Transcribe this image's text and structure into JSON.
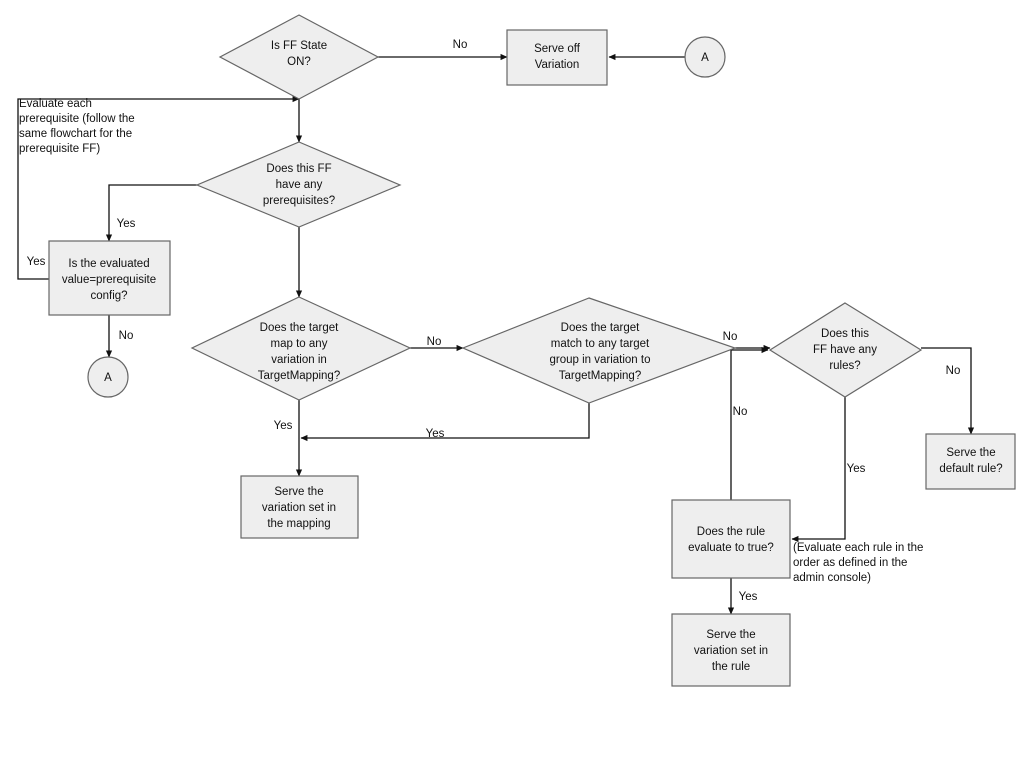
{
  "diagram": {
    "title": "Feature Flag Evaluation Flowchart",
    "background_color": "#ffffff",
    "node_fill": "#eeeeee",
    "node_stroke": "#666666",
    "line_color": "#111111"
  },
  "nodes": {
    "is_ff_state_on": {
      "type": "decision",
      "lines": [
        "Is FF State",
        "ON?"
      ]
    },
    "serve_off_variation": {
      "type": "process",
      "lines": [
        "Serve off",
        "Variation"
      ]
    },
    "connector_a_top": {
      "type": "connector",
      "lines": [
        "A"
      ]
    },
    "has_prerequisites": {
      "type": "decision",
      "lines": [
        "Does this FF",
        "have any",
        "prerequisites?"
      ]
    },
    "evaluated_value_equals_config": {
      "type": "process",
      "lines": [
        "Is the evaluated",
        "value=prerequisite",
        "config?"
      ]
    },
    "connector_a_bottom": {
      "type": "connector",
      "lines": [
        "A"
      ]
    },
    "target_map_to_variation": {
      "type": "decision",
      "lines": [
        "Does the target",
        "map to any",
        "variation in",
        "TargetMapping?"
      ]
    },
    "target_match_target_group": {
      "type": "decision",
      "lines": [
        "Does the target",
        "match to any target",
        "group in variation to",
        "TargetMapping?"
      ]
    },
    "ff_has_rules": {
      "type": "decision",
      "lines": [
        "Does this",
        "FF have any",
        "rules?"
      ]
    },
    "serve_variation_mapping": {
      "type": "process",
      "lines": [
        "Serve the",
        "variation set in",
        "the mapping"
      ]
    },
    "serve_default_rule": {
      "type": "process",
      "lines": [
        "Serve the",
        "default rule?"
      ]
    },
    "rule_evaluates_true": {
      "type": "process",
      "lines": [
        "Does the rule",
        "evaluate to true?"
      ]
    },
    "serve_variation_rule": {
      "type": "process",
      "lines": [
        "Serve the",
        "variation set in",
        "the rule"
      ]
    }
  },
  "notes": {
    "prerequisite_note": {
      "lines": [
        "Evaluate each",
        "prerequisite (follow the",
        "same flowchart for the",
        "prerequisite FF)"
      ]
    },
    "rule_order_note": {
      "lines": [
        "(Evaluate each rule in the",
        "order as defined in the",
        "admin console)"
      ]
    }
  },
  "edge_labels": {
    "state_no": "No",
    "prereq_yes": "Yes",
    "prereq_loop_yes": "Yes",
    "prereq_config_no": "No",
    "mapping_no": "No",
    "mapping_yes": "Yes",
    "group_yes": "Yes",
    "group_no": "No",
    "rules_no_right": "No",
    "rule_false_no": "No",
    "rules_yes": "Yes",
    "rule_true_yes": "Yes"
  }
}
